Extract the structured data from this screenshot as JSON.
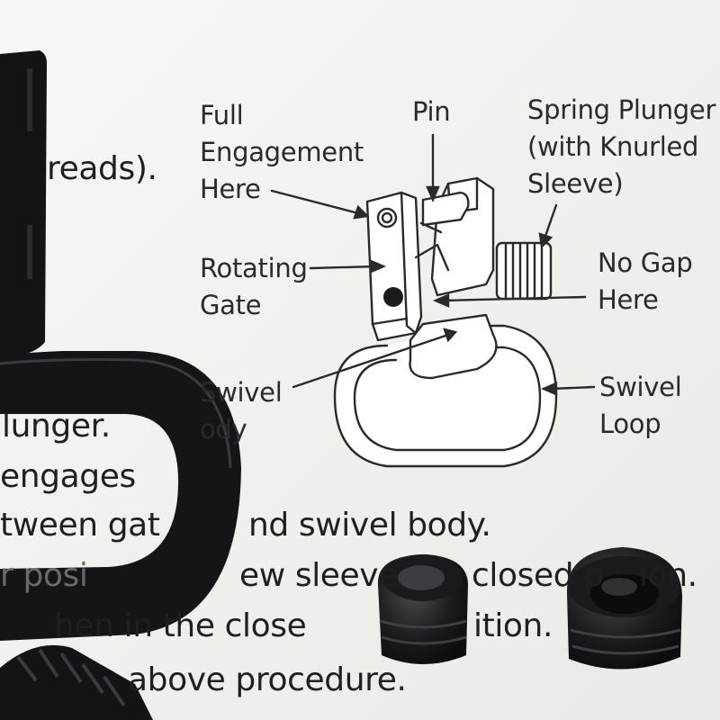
{
  "diagram": {
    "labels": {
      "full_engagement": "Full\nEngagement\nHere",
      "pin": "Pin",
      "spring_plunger": "Spring Plunger\n(with Knurled\nSleeve)",
      "rotating_gate": "Rotating\nGate",
      "no_gap": "No Gap\nHere",
      "swivel_body": "Swivel\nody",
      "swivel_loop": "Swivel\nLoop"
    }
  },
  "instructions": {
    "line_threads": "reads).",
    "line_1": "lunger.",
    "line_2": "engages",
    "line_3": "tween gat",
    "line_3b": "nd swivel body.",
    "line_4": "r posi",
    "line_4b": "ew sleeve",
    "line_4c": "closed p",
    "line_4d": "ion.",
    "line_5": "hen in the close",
    "line_5b": "ition.",
    "line_6": "above procedure."
  },
  "colors": {
    "paper": "#f5f5f3",
    "hardware": "#1a1a1c",
    "line_art": "#2a2a2a"
  }
}
